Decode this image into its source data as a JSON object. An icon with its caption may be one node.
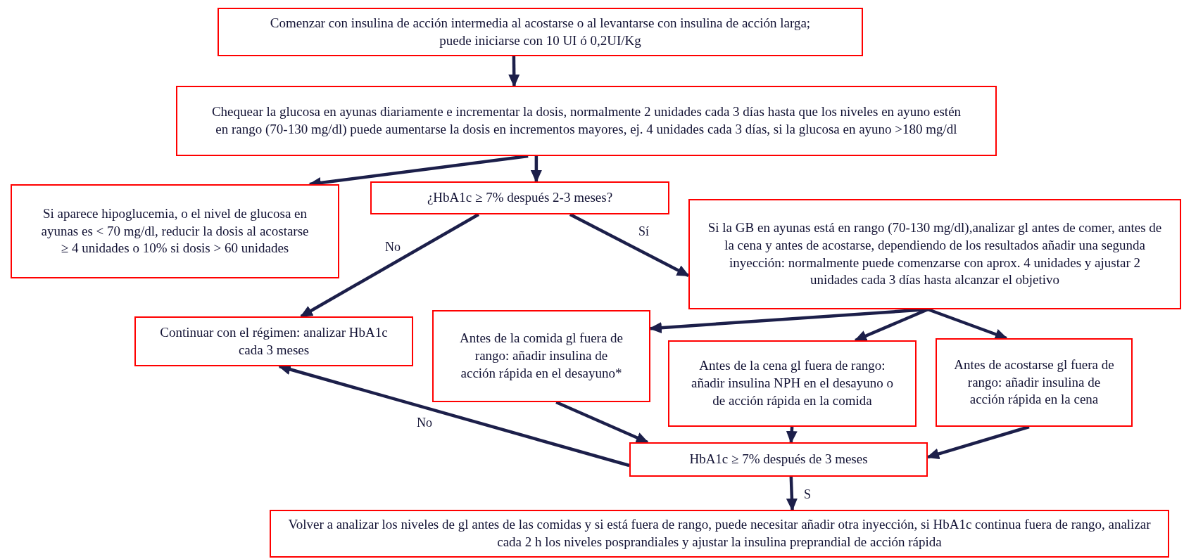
{
  "diagram": {
    "nodes": [
      {
        "text": [
          "Comenzar  con insulina de acción intermedia al acostarse o al levantarse con insulina de acción larga; puede iniciarse con 10 UI ó 0,2UI/Kg"
        ]
      },
      {
        "text": [
          "Chequear la glucosa en ayunas diariamente e incrementar la dosis, normalmente 2 unidades cada 3 días hasta que los niveles en ayuno estén en rango (70-130 mg/dl) puede aumentarse la dosis en incrementos mayores, ej. 4 unidades cada 3 días, si la glucosa en ayuno >180 mg/dl"
        ]
      },
      {
        "text": [
          "Si aparece hipoglucemia, o el nivel de glucosa en ayunas es < 70 mg/dl, reducir la dosis al acostarse ≥ 4 unidades o 10% si dosis > 60 unidades"
        ]
      },
      {
        "text": [
          "¿HbA1c ≥ 7% después 2-3 meses?"
        ]
      },
      {
        "text": [
          "Si la GB en ayunas está en rango (70-130 mg/dl),analizar gl antes de comer, antes de la cena y antes de acostarse, dependiendo de los resultados añadir una segunda inyección: normalmente puede comenzarse con aprox. 4 unidades y ajustar 2 unidades cada 3 días hasta alcanzar el objetivo"
        ]
      },
      {
        "text": [
          "Continuar con el régimen: analizar HbA1c cada 3 meses"
        ]
      },
      {
        "text": [
          "Antes de la comida gl fuera de rango: añadir insulina de acción rápida en el desayuno*"
        ]
      },
      {
        "text": [
          "Antes de la cena gl fuera de rango: añadir insulina NPH en el desayuno o de acción rápida en la comida"
        ]
      },
      {
        "text": [
          "Antes de acostarse gl fuera de rango: añadir insulina de acción rápida en la cena"
        ]
      },
      {
        "text": [
          "HbA1c ≥ 7% después de 3 meses"
        ]
      },
      {
        "text": [
          "Volver a analizar los niveles de gl antes de las comidas y si está fuera de rango, puede necesitar añadir otra inyección, si HbA1c continua fuera de rango, analizar cada 2 h los niveles posprandiales y ajustar la insulina preprandial de acción rápida"
        ]
      }
    ],
    "edges": [
      {
        "from": 0,
        "to": 1,
        "arrow": "to"
      },
      {
        "from": 1,
        "to": 2,
        "arrow": "to"
      },
      {
        "from": 1,
        "to": 3,
        "arrow": "to"
      },
      {
        "from": 3,
        "to": 5,
        "arrow": "to",
        "label": "No"
      },
      {
        "from": 3,
        "to": 4,
        "arrow": "to",
        "label": "Sí"
      },
      {
        "from": 4,
        "to": 6,
        "arrow": "to"
      },
      {
        "from": 4,
        "to": 7,
        "arrow": "to"
      },
      {
        "from": 4,
        "to": 8,
        "arrow": "to"
      },
      {
        "from": 6,
        "to": 9,
        "arrow": "to"
      },
      {
        "from": 7,
        "to": 9,
        "arrow": "to"
      },
      {
        "from": 8,
        "to": 9,
        "arrow": "to"
      },
      {
        "from": 9,
        "to": 5,
        "arrow": "to",
        "label": "No"
      },
      {
        "from": 9,
        "to": 10,
        "arrow": "to",
        "label": "S"
      }
    ]
  }
}
